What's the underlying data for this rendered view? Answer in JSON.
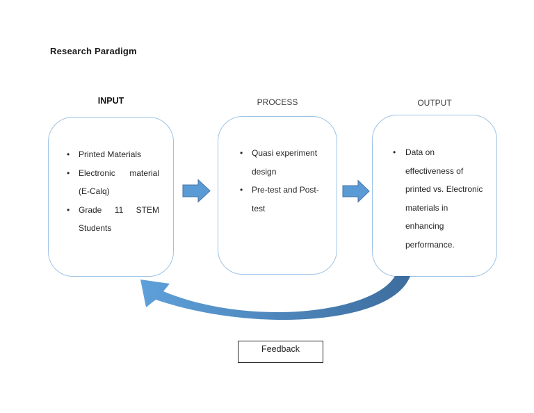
{
  "title": "Research Paradigm",
  "bullet_glyph": "•",
  "columns": [
    {
      "label": "INPUT",
      "items": [
        "Printed Materials",
        "Electronic material (E-Calq)",
        "Grade 11 STEM Students"
      ]
    },
    {
      "label": "PROCESS",
      "items": [
        "Quasi experiment design",
        "Pre-test and Post-test"
      ]
    },
    {
      "label": "OUTPUT",
      "items": [
        "Data on effectiveness of printed vs. Electronic materials in enhancing performance."
      ]
    }
  ],
  "feedback": {
    "label": "Feedback"
  },
  "icons": {
    "flow_arrow": "block-arrow-right",
    "feedback_arrow": "curved-arrow-left"
  },
  "colors": {
    "box_border": "#9DC3E6",
    "arrow_fill": "#5B9BD5",
    "arrow_stroke": "#4472A4",
    "feedback_light": "#5FA0DA",
    "feedback_dark": "#3D6D9E",
    "feedback_box_border": "#262626"
  }
}
